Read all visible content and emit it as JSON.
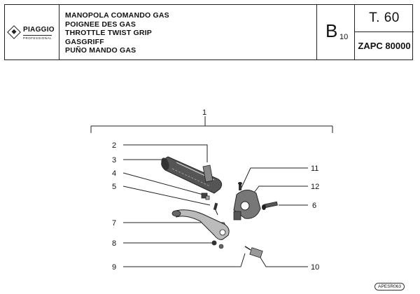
{
  "header": {
    "brand": "PIAGGIO",
    "brand_sub": "PROFESSIONAL",
    "titles": [
      "MANOPOLA COMANDO GAS",
      "POIGNEE DES GAS",
      "THROTTLE TWIST GRIP",
      "GASGRIFF",
      "PUÑO MANDO GAS"
    ],
    "section_letter": "B",
    "section_number": "10",
    "table": "T. 60",
    "model": "ZAPC 80000"
  },
  "callouts": [
    "1",
    "2",
    "3",
    "4",
    "5",
    "6",
    "7",
    "8",
    "9",
    "10",
    "11",
    "12"
  ],
  "stamp": "APESR063"
}
